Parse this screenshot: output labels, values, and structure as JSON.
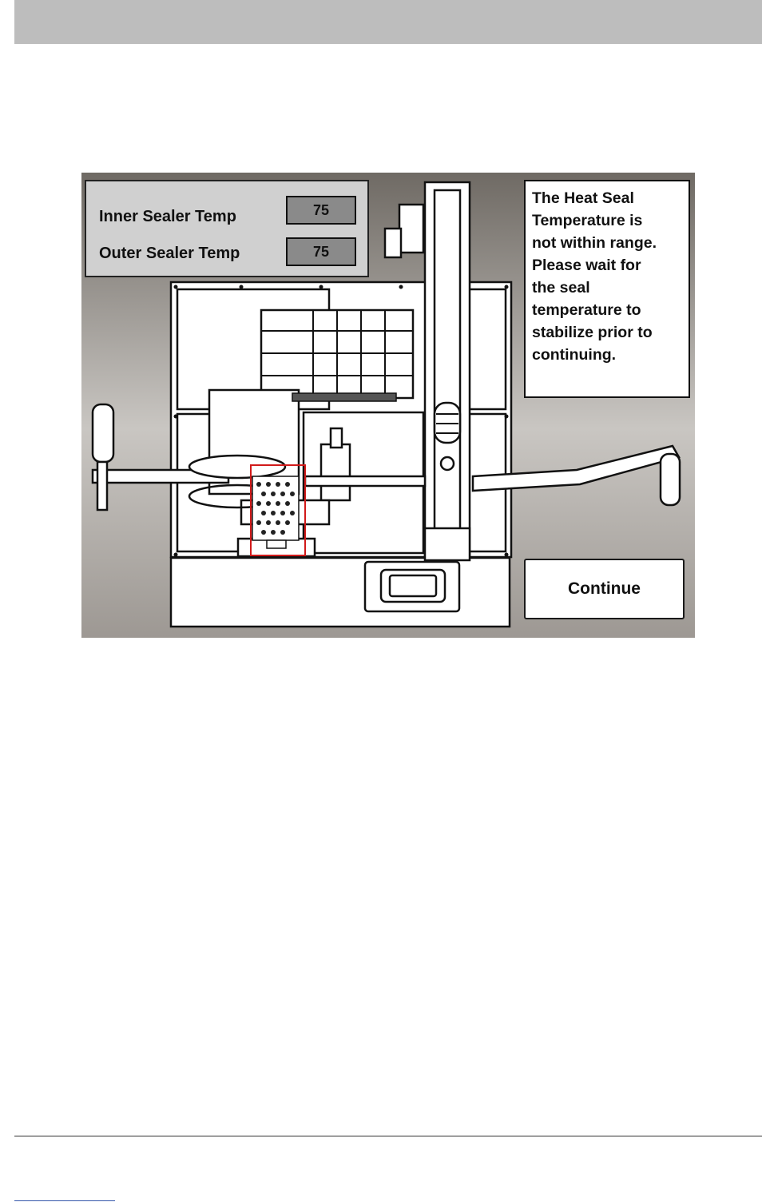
{
  "panel": {
    "inner_label": "Inner Sealer Temp",
    "inner_value": "75",
    "outer_label": "Outer Sealer Temp",
    "outer_value": "75"
  },
  "message": {
    "text": "The Heat Seal\nTemperature is\nnot within range.\nPlease wait for\nthe seal\ntemperature to\nstabilize prior to\ncontinuing."
  },
  "actions": {
    "continue_label": "Continue"
  },
  "colors": {
    "highlight": "#d11a1a",
    "header_bar": "#bdbdbd"
  }
}
